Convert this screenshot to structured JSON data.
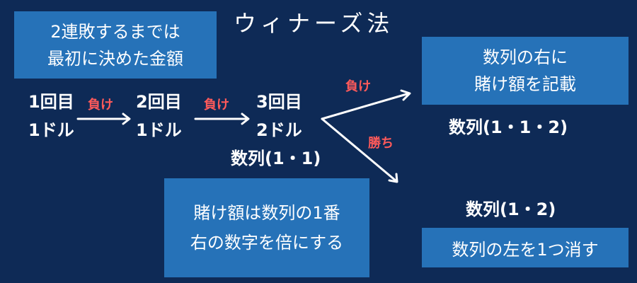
{
  "title": "ウィナーズ法",
  "box_initial": {
    "line1": "2連敗するまでは",
    "line2": "最初に決めた金額"
  },
  "box_record": {
    "line1": "数列の右に",
    "line2": "賭け額を記載"
  },
  "box_bet_rule": {
    "line1": "賭け額は数列の1番",
    "line2": "右の数字を倍にする"
  },
  "box_erase": {
    "text": "数列の左を1つ消す"
  },
  "rounds": [
    {
      "round": "1回目",
      "bet": "1ドル"
    },
    {
      "round": "2回目",
      "bet": "1ドル"
    },
    {
      "round": "3回目",
      "bet": "2ドル",
      "sequence": "数列(1・1)"
    }
  ],
  "arrow_labels": {
    "lose_1": "負け",
    "lose_2": "負け",
    "lose_3": "負け",
    "win": "勝ち"
  },
  "outcomes": {
    "lose_sequence": "数列(1・1・2)",
    "win_sequence": "数列(1・2)"
  },
  "colors": {
    "background": "#0e2a56",
    "box": "#2672b8",
    "text": "#ffffff",
    "accent": "#ff5a5a"
  }
}
